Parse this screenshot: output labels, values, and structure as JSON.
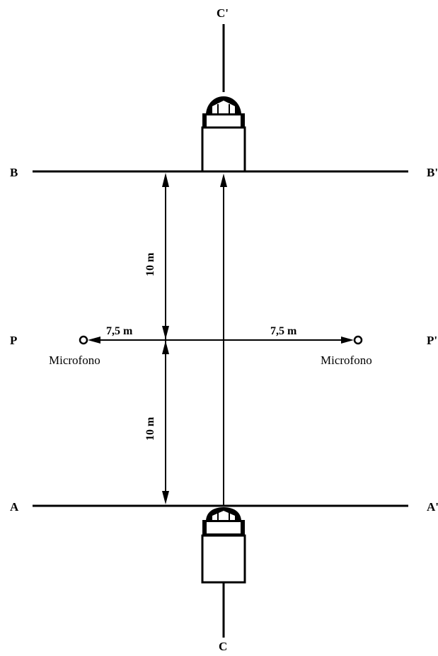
{
  "labels": {
    "line_a_left": "A",
    "line_a_right": "A'",
    "line_b_left": "B",
    "line_b_right": "B'",
    "line_p_left": "P",
    "line_p_right": "P'",
    "path_top": "C'",
    "path_bottom": "C"
  },
  "dimensions": {
    "upper_distance": "10 m",
    "lower_distance": "10 m",
    "left_distance": "7,5 m",
    "right_distance": "7,5 m"
  },
  "microphones": {
    "left_label": "Microfono",
    "right_label": "Microfono"
  },
  "icons": [
    "vehicle-icon",
    "microphone-icon",
    "arrowhead-icon"
  ]
}
